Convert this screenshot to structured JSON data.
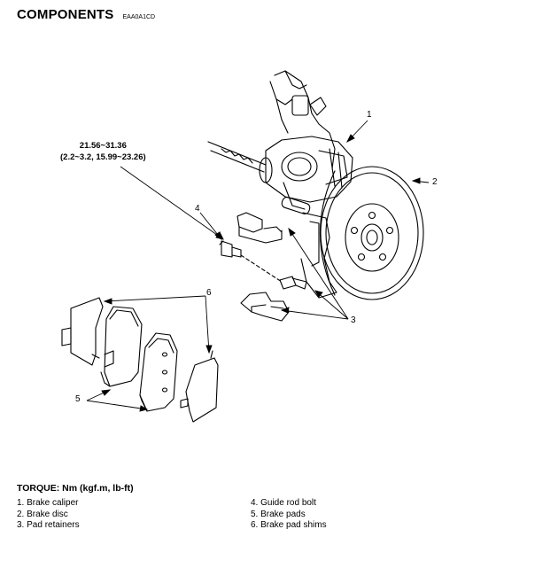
{
  "header": {
    "title": "COMPONENTS",
    "code": "EAA0A1CD"
  },
  "torque_spec": {
    "line1": "21.56~31.36",
    "line2": "(2.2~3.2, 15.99~23.26)"
  },
  "callouts": {
    "c1": "1",
    "c2": "2",
    "c3": "3",
    "c4": "4",
    "c5": "5",
    "c6": "6"
  },
  "torque_title": "TORQUE: Nm (kgf.m, lb-ft)",
  "legend_left": [
    "1. Brake caliper",
    "2. Brake disc",
    "3. Pad retainers"
  ],
  "legend_right": [
    "4. Guide rod bolt",
    "5. Brake pads",
    "6. Brake pad shims"
  ]
}
